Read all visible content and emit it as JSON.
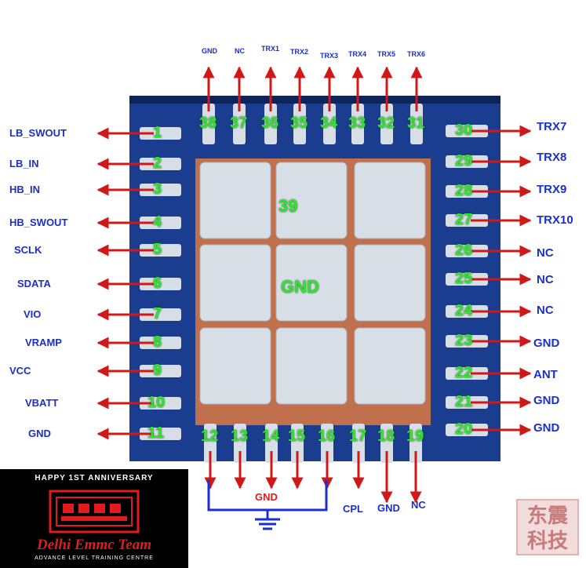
{
  "pins": [
    {
      "num": "1",
      "label": "LB_SWOUT"
    },
    {
      "num": "2",
      "label": "LB_IN"
    },
    {
      "num": "3",
      "label": "HB_IN"
    },
    {
      "num": "4",
      "label": "HB_SWOUT"
    },
    {
      "num": "5",
      "label": "SCLK"
    },
    {
      "num": "6",
      "label": "SDATA"
    },
    {
      "num": "7",
      "label": "VIO"
    },
    {
      "num": "8",
      "label": "VRAMP"
    },
    {
      "num": "9",
      "label": "VCC"
    },
    {
      "num": "10",
      "label": "VBATT"
    },
    {
      "num": "11",
      "label": "GND"
    },
    {
      "num": "12",
      "label": "GND"
    },
    {
      "num": "13",
      "label": "GND"
    },
    {
      "num": "14",
      "label": "GND"
    },
    {
      "num": "15",
      "label": "GND"
    },
    {
      "num": "16",
      "label": "GND"
    },
    {
      "num": "17",
      "label": "CPL"
    },
    {
      "num": "18",
      "label": "GND"
    },
    {
      "num": "19",
      "label": "NC"
    },
    {
      "num": "20",
      "label": "GND"
    },
    {
      "num": "21",
      "label": "GND"
    },
    {
      "num": "22",
      "label": "ANT"
    },
    {
      "num": "23",
      "label": "GND"
    },
    {
      "num": "24",
      "label": "NC"
    },
    {
      "num": "25",
      "label": "NC"
    },
    {
      "num": "26",
      "label": "NC"
    },
    {
      "num": "27",
      "label": "TRX10"
    },
    {
      "num": "28",
      "label": "TRX9"
    },
    {
      "num": "29",
      "label": "TRX8"
    },
    {
      "num": "30",
      "label": "TRX7"
    },
    {
      "num": "31",
      "label": "TRX6"
    },
    {
      "num": "32",
      "label": "TRX5"
    },
    {
      "num": "33",
      "label": "TRX4"
    },
    {
      "num": "34",
      "label": "TRX3"
    },
    {
      "num": "35",
      "label": "TRX2"
    },
    {
      "num": "36",
      "label": "TRX1"
    },
    {
      "num": "37",
      "label": "NC"
    },
    {
      "num": "38",
      "label": "GND"
    }
  ],
  "center_pad": {
    "num": "39",
    "label": "GND"
  },
  "ground_bus_label": "GND",
  "logo": {
    "line1": "HAPPY 1ST ANNIVERSARY",
    "name": "Delhi Emmc Team",
    "tagline": "ADVANCE LEVEL TRAINING CENTRE"
  },
  "watermark": {
    "line1": "东震",
    "line2": "科技"
  },
  "colors": {
    "board": "#1a3d8f",
    "pad": "#d8dee6",
    "copper": "#c0704d",
    "pin_number": "#2ee62e",
    "label": "#1b2fc9",
    "arrow": "#d01818",
    "bus": "#1b2fc9"
  }
}
